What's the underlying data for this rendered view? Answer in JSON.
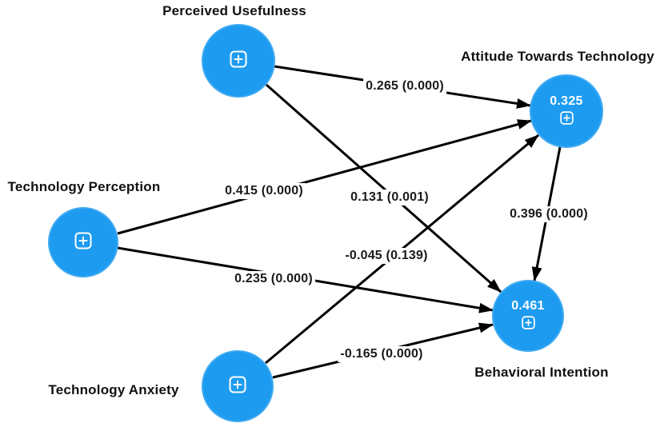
{
  "diagram": {
    "type": "structural-equation-path-model",
    "colors": {
      "node_fill": "#1d9bf0",
      "node_text": "#ffffff",
      "arrow": "#000000",
      "label_text": "#1a1a1a",
      "background": "#ffffff"
    },
    "nodes": {
      "perceived_usefulness": {
        "label": "Perceived Usefulness"
      },
      "attitude_towards_technology": {
        "label": "Attitude Towards Technology",
        "value": "0.325"
      },
      "technology_perception": {
        "label": "Technology Perception"
      },
      "technology_anxiety": {
        "label": "Technology Anxiety"
      },
      "behavioral_intention": {
        "label": "Behavioral Intention",
        "value": "0.461"
      }
    },
    "paths": {
      "pu_to_attitude": {
        "from": "Perceived Usefulness",
        "to": "Attitude Towards Technology",
        "label": "0.265 (0.000)"
      },
      "pu_to_intention": {
        "from": "Perceived Usefulness",
        "to": "Behavioral Intention",
        "label": "0.131 (0.001)"
      },
      "perception_to_attitude": {
        "from": "Technology Perception",
        "to": "Attitude Towards Technology",
        "label": "0.415 (0.000)"
      },
      "perception_to_intention": {
        "from": "Technology Perception",
        "to": "Behavioral Intention",
        "label": "0.235 (0.000)"
      },
      "anxiety_to_attitude": {
        "from": "Technology Anxiety",
        "to": "Attitude Towards Technology",
        "label": "-0.045 (0.139)"
      },
      "anxiety_to_intention": {
        "from": "Technology Anxiety",
        "to": "Behavioral Intention",
        "label": "-0.165 (0.000)"
      },
      "attitude_to_intention": {
        "from": "Attitude Towards Technology",
        "to": "Behavioral Intention",
        "label": "0.396 (0.000)"
      }
    },
    "icons": {
      "expand": "plus-in-rounded-square"
    }
  }
}
